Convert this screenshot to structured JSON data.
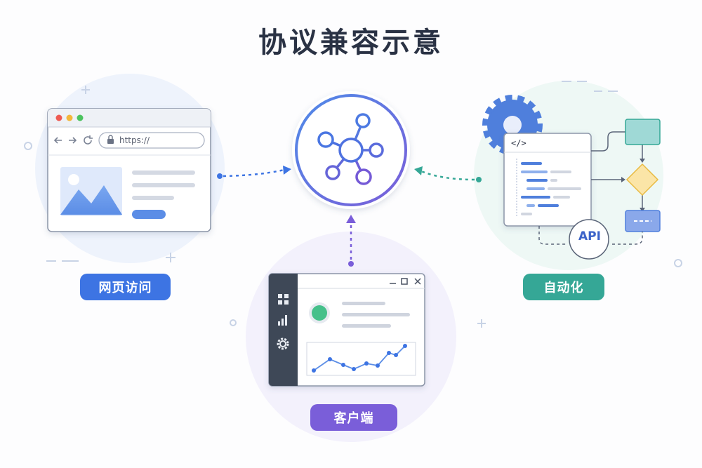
{
  "title": "协议兼容示意",
  "nodes": {
    "web": {
      "label": "网页访问",
      "url_placeholder": "https://"
    },
    "client": {
      "label": "客户端"
    },
    "automation": {
      "label": "自动化",
      "api_label": "API",
      "code_tag": "</>"
    }
  },
  "colors": {
    "web": "#3d74e3",
    "automation": "#35a796",
    "client": "#7a5ed9",
    "hub": "#4a6fe0",
    "title": "#2a3244"
  }
}
